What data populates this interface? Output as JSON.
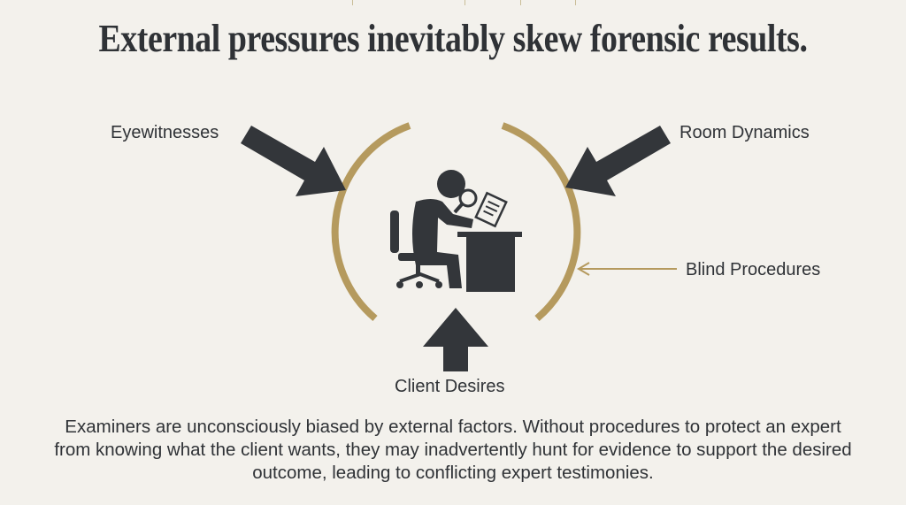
{
  "title": "External pressures inevitably skew forensic results.",
  "factors": {
    "eyewitnesses": "Eyewitnesses",
    "room_dynamics": "Room Dynamics",
    "blind_procedures": "Blind Procedures",
    "client_desires": "Client Desires"
  },
  "description": "Examiners are unconsciously biased by external factors. Without procedures to protect an expert from knowing what the client wants, they may inadvertently hunt for evidence to support the desired outcome, leading to conflicting expert testimonies.",
  "colors": {
    "dark": "#33363a",
    "gold": "#b59a5e",
    "background": "#f3f1ec"
  }
}
